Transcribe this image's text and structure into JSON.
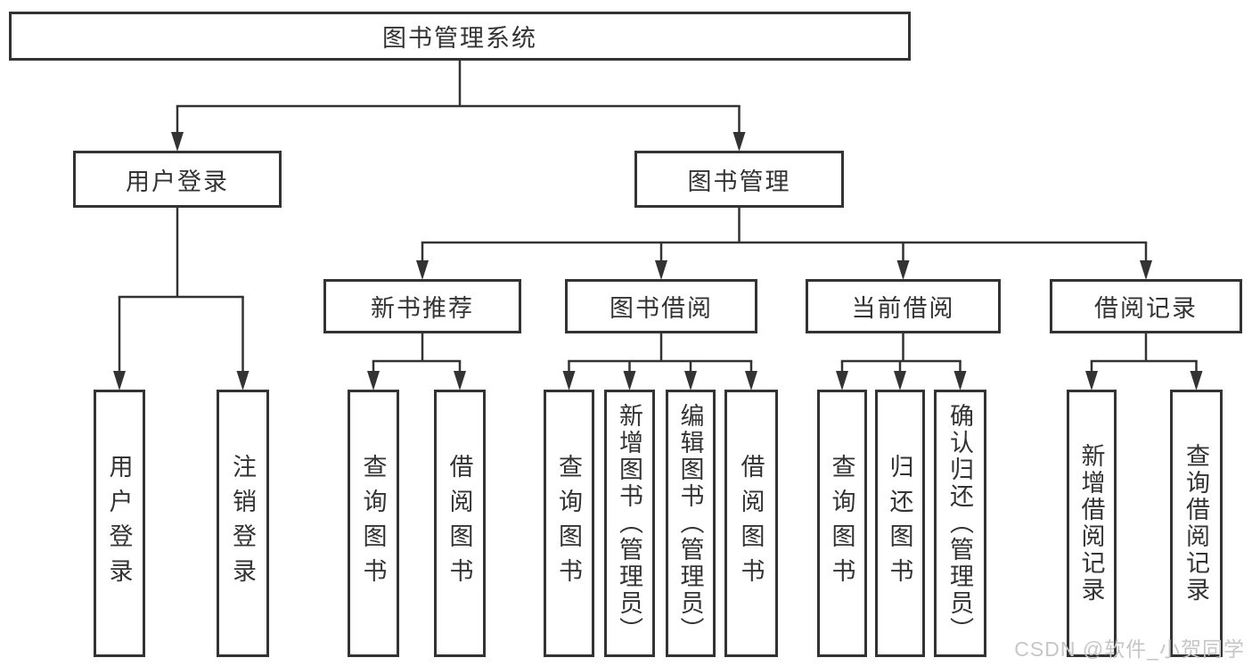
{
  "diagram": {
    "nodes": [
      {
        "id": "root",
        "label": "图书管理系统"
      },
      {
        "id": "user-login",
        "label": "用户登录"
      },
      {
        "id": "book-mgmt",
        "label": "图书管理"
      },
      {
        "id": "new-book-rec",
        "label": "新书推荐"
      },
      {
        "id": "book-borrow",
        "label": "图书借阅"
      },
      {
        "id": "current-borrow",
        "label": "当前借阅"
      },
      {
        "id": "borrow-records",
        "label": "借阅记录"
      },
      {
        "id": "leaf-user-login",
        "label": "用户登录"
      },
      {
        "id": "leaf-logout",
        "label": "注销登录"
      },
      {
        "id": "leaf-nbr-query",
        "label": "查询图书"
      },
      {
        "id": "leaf-nbr-borrow",
        "label": "借阅图书"
      },
      {
        "id": "leaf-bb-query",
        "label": "查询图书"
      },
      {
        "id": "leaf-bb-add",
        "label": "新增图书（管理员）"
      },
      {
        "id": "leaf-bb-edit",
        "label": "编辑图书（管理员）"
      },
      {
        "id": "leaf-bb-borrow",
        "label": "借阅图书"
      },
      {
        "id": "leaf-cb-query",
        "label": "查询图书"
      },
      {
        "id": "leaf-cb-return",
        "label": "归还图书"
      },
      {
        "id": "leaf-cb-confirm",
        "label": "确认归还（管理员）"
      },
      {
        "id": "leaf-br-add",
        "label": "新增借阅记录"
      },
      {
        "id": "leaf-br-query",
        "label": "查询借阅记录"
      }
    ],
    "edges": [
      {
        "from": "root",
        "to": [
          "user-login",
          "book-mgmt"
        ]
      },
      {
        "from": "user-login",
        "to": [
          "leaf-user-login",
          "leaf-logout"
        ]
      },
      {
        "from": "book-mgmt",
        "to": [
          "new-book-rec",
          "book-borrow",
          "current-borrow",
          "borrow-records"
        ]
      },
      {
        "from": "new-book-rec",
        "to": [
          "leaf-nbr-query",
          "leaf-nbr-borrow"
        ]
      },
      {
        "from": "book-borrow",
        "to": [
          "leaf-bb-query",
          "leaf-bb-add",
          "leaf-bb-edit",
          "leaf-bb-borrow"
        ]
      },
      {
        "from": "current-borrow",
        "to": [
          "leaf-cb-query",
          "leaf-cb-return",
          "leaf-cb-confirm"
        ]
      },
      {
        "from": "borrow-records",
        "to": [
          "leaf-br-add",
          "leaf-br-query"
        ]
      }
    ]
  },
  "watermark": {
    "text": "CSDN @软件_小贺同学"
  },
  "colors": {
    "line": "#333333",
    "border": "#333333",
    "text": "#333333",
    "watermark": "#c6c6c6",
    "background": "#ffffff"
  }
}
